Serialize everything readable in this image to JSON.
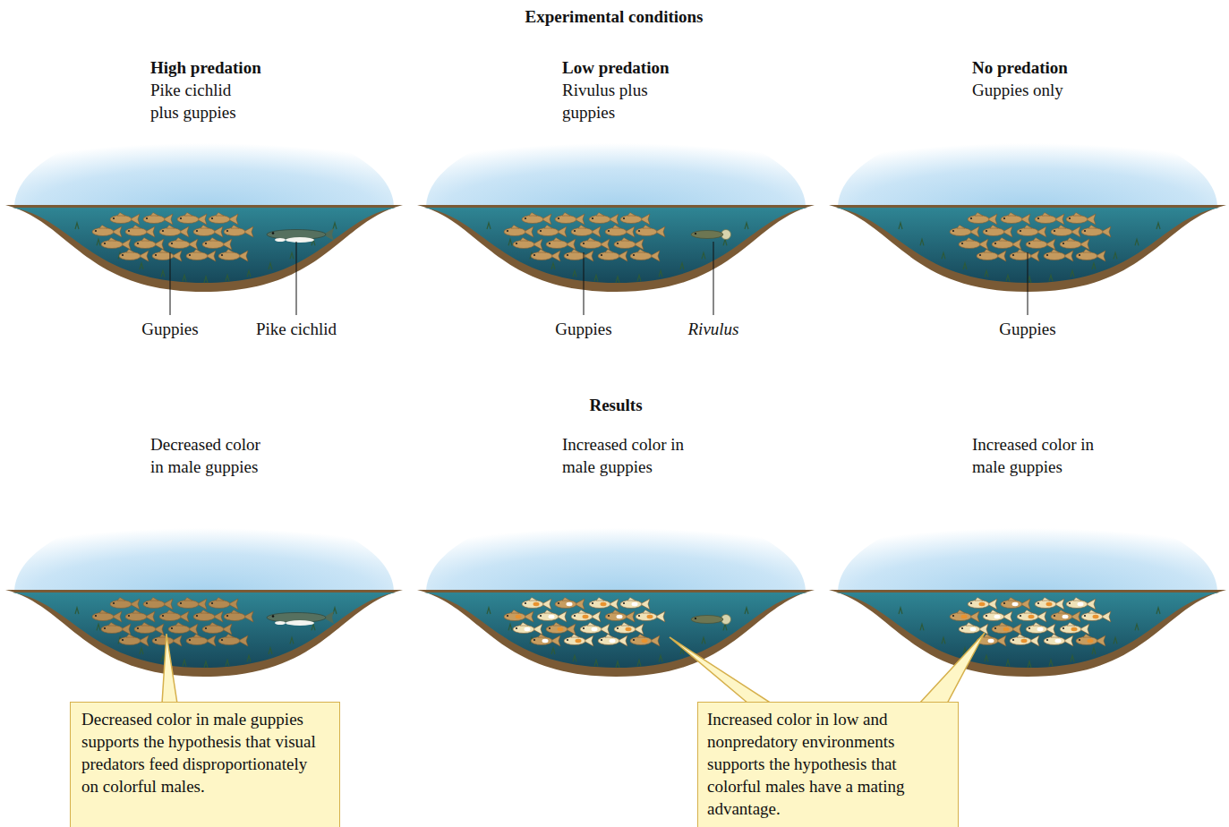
{
  "diagram": {
    "title": "Experimental conditions",
    "nodes": [
      {
        "text": [
          "Decreased color in male guppies supports the hypothesis that visual predators feed disproportionately on colorful males."
        ]
      },
      {
        "text": [
          "Increased color in low and nonpredatory environments supports the hypothesis that colorful males have a mating advantage."
        ]
      }
    ],
    "labels": [
      "High predation",
      "Pike cichlid plus guppies",
      "Low predation",
      "Rivulus plus guppies",
      "No predation",
      "Guppies only",
      "Guppies",
      "Pike cichlid",
      "Guppies",
      "Rivulus",
      "Guppies",
      "Results",
      "Decreased color in male guppies",
      "Increased color in male guppies",
      "Increased color in male guppies"
    ]
  }
}
